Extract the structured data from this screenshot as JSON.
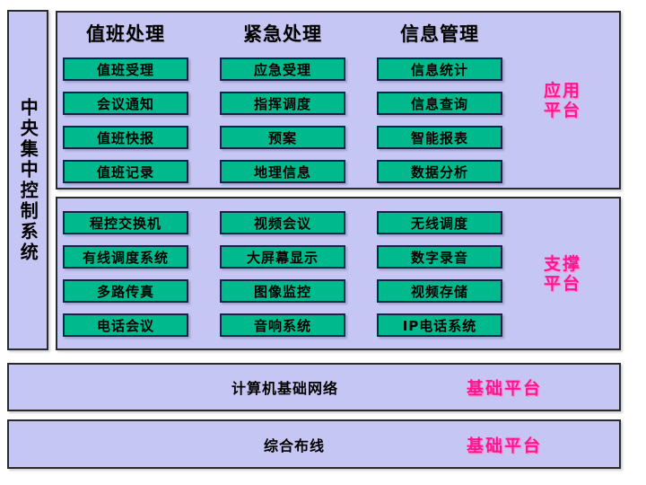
{
  "diagram": {
    "sidebar": {
      "label": "中央集中控制系统"
    },
    "application_platform": {
      "tag": "应用\n平台",
      "tag_line1": "应用",
      "tag_line2": "平台",
      "columns": [
        {
          "header": "值班处理",
          "items": [
            "值班受理",
            "会议通知",
            "值班快报",
            "值班记录"
          ]
        },
        {
          "header": "紧急处理",
          "items": [
            "应急受理",
            "指挥调度",
            "预案",
            "地理信息"
          ]
        },
        {
          "header": "信息管理",
          "items": [
            "信息统计",
            "信息查询",
            "智能报表",
            "数据分析"
          ]
        }
      ]
    },
    "support_platform": {
      "tag_line1": "支撑",
      "tag_line2": "平台",
      "columns": [
        {
          "items": [
            "程控交换机",
            "有线调度系统",
            "多路传真",
            "电话会议"
          ]
        },
        {
          "items": [
            "视频会议",
            "大屏幕显示",
            "图像监控",
            "音响系统"
          ]
        },
        {
          "items": [
            "无线调度",
            "数字录音",
            "视频存储",
            "IP电话系统"
          ]
        }
      ]
    },
    "bars": [
      {
        "label": "计算机基础网络",
        "tag": "基础平台"
      },
      {
        "label": "综合布线",
        "tag": "基础平台"
      }
    ],
    "colors": {
      "panel_fill": "#c6c6f5",
      "box_fill": "#00b98c",
      "box_border": "#10264d",
      "frame_border": "#2b2b2b",
      "tag_pink": "#ff1493",
      "text": "#000000"
    }
  }
}
